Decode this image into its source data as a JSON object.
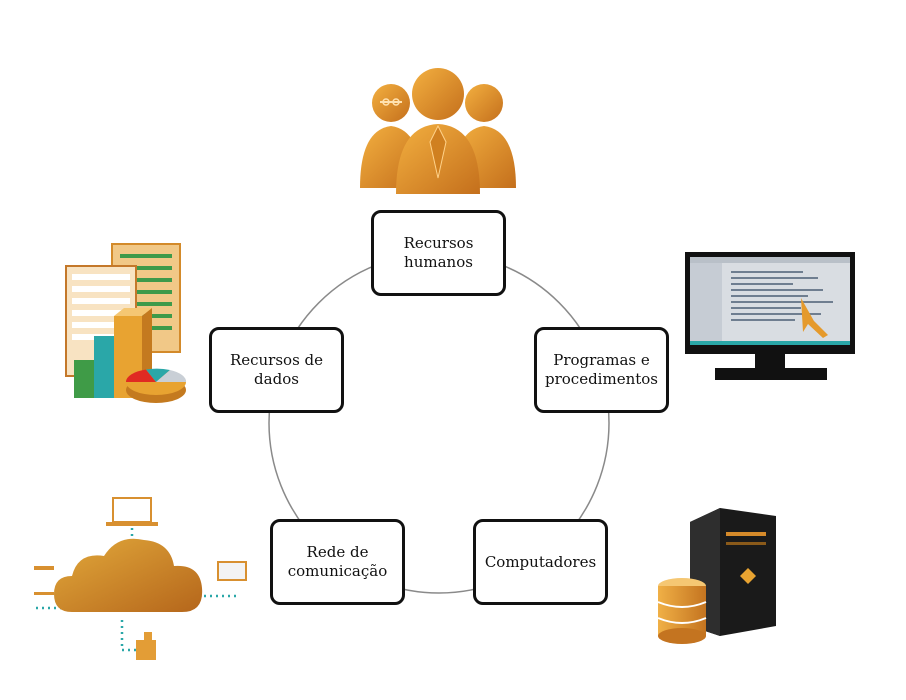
{
  "diagram": {
    "nodes": {
      "recursos_humanos": "Recursos\nhumanos",
      "programas_procedimentos": "Programas e\nprocedimentos",
      "computadores": "Computadores",
      "rede_comunicacao": "Rede de\ncomunicação",
      "recursos_dados": "Recursos de\ndados"
    },
    "icons": {
      "people": "people-group-icon",
      "monitor": "monitor-icon",
      "server": "server-database-icon",
      "cloud": "cloud-network-icon",
      "data": "spreadsheet-charts-icon"
    },
    "colors": {
      "orange_light": "#f0a030",
      "orange_dark": "#c87820",
      "teal": "#2aa7a8",
      "circle_stroke": "#7a7a7a",
      "border": "#111111"
    }
  }
}
